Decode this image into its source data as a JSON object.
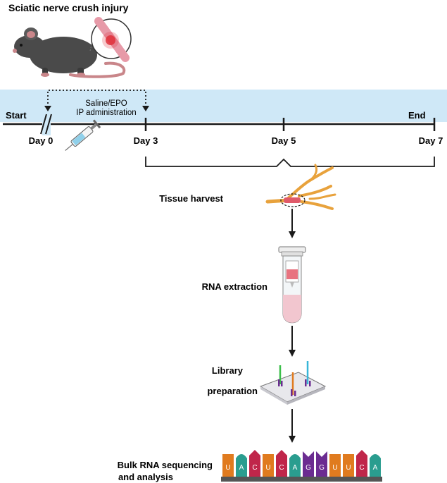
{
  "title": "Sciatic nerve crush injury",
  "timeline": {
    "start_label": "Start",
    "end_label": "End",
    "days": [
      "Day 0",
      "Day 3",
      "Day 5",
      "Day 7"
    ],
    "injection_label_line1": "Saline/EPO",
    "injection_label_line2": "IP administration"
  },
  "steps": [
    {
      "label": "Tissue harvest"
    },
    {
      "label": "RNA extraction"
    },
    {
      "label_line1": "Library",
      "label_line2": "preparation"
    },
    {
      "label_line1": "Bulk RNA sequencing",
      "label_line2": "and analysis"
    }
  ],
  "sequence": [
    "U",
    "A",
    "C",
    "U",
    "C",
    "A",
    "G",
    "G",
    "U",
    "U",
    "C",
    "A"
  ],
  "colors": {
    "band": "#cfe8f7",
    "axis": "#1a1a1a",
    "mouse": "#4a4a4a",
    "nerve": "#e8a23c",
    "U": "#e07b1f",
    "A": "#2a9d8f",
    "C": "#c0264a",
    "G": "#6b2c91"
  }
}
